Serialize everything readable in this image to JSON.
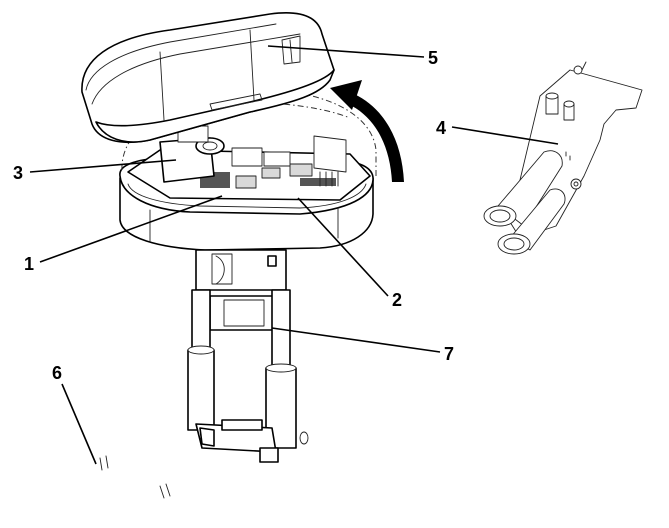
{
  "callouts": [
    {
      "id": "1",
      "text": "1"
    },
    {
      "id": "2",
      "text": "2"
    },
    {
      "id": "3",
      "text": "3"
    },
    {
      "id": "4",
      "text": "4"
    },
    {
      "id": "5",
      "text": "5"
    },
    {
      "id": "6",
      "text": "6"
    },
    {
      "id": "7",
      "text": "7"
    }
  ],
  "colors": {
    "line": "#000000",
    "background": "#ffffff",
    "arrow": "#000000"
  }
}
